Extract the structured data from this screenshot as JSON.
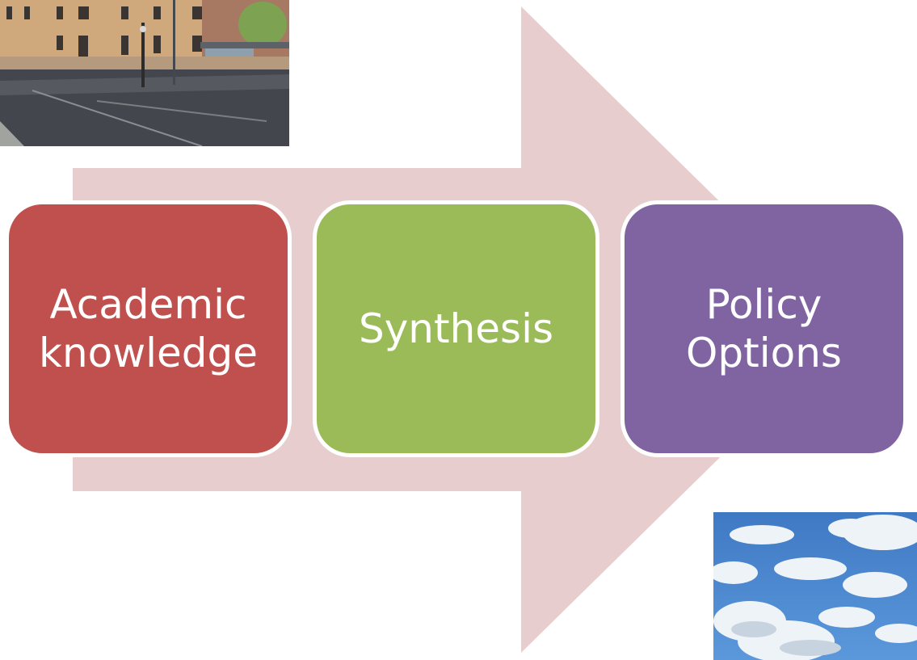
{
  "colors": {
    "arrow": "#e7cdce",
    "step_academic": "#c0504d",
    "step_synthesis": "#9bbb59",
    "step_policy": "#8064a2",
    "border": "#ffffff"
  },
  "diagram": {
    "steps": [
      {
        "label": "Academic\nknowledge",
        "color": "#c0504d"
      },
      {
        "label": "Synthesis",
        "color": "#9bbb59"
      },
      {
        "label": "Policy\nOptions",
        "color": "#8064a2"
      }
    ]
  },
  "images": {
    "top_left": "street-scene-photo",
    "bottom_right": "cloudy-sky-photo"
  }
}
